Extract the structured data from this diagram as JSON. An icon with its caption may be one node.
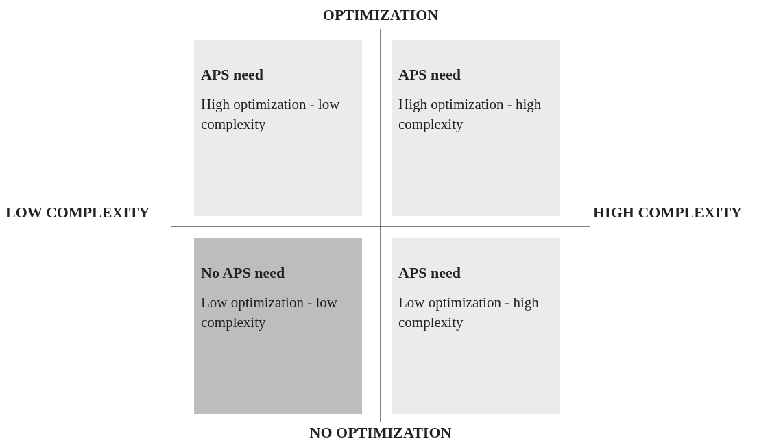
{
  "diagram": {
    "nodes": [
      {
        "text": [
          "APS need",
          "High optimization - low complexity"
        ]
      },
      {
        "text": [
          "APS need",
          "High optimization - high complexity"
        ]
      },
      {
        "text": [
          "No APS need",
          "Low optimization - low complexity"
        ]
      },
      {
        "text": [
          "APS need",
          "Low optimization - high complexity"
        ]
      }
    ],
    "labels": [
      "OPTIMIZATION",
      "LOW COMPLEXITY",
      "HIGH COMPLEXITY",
      "NO OPTIMIZATION"
    ]
  }
}
